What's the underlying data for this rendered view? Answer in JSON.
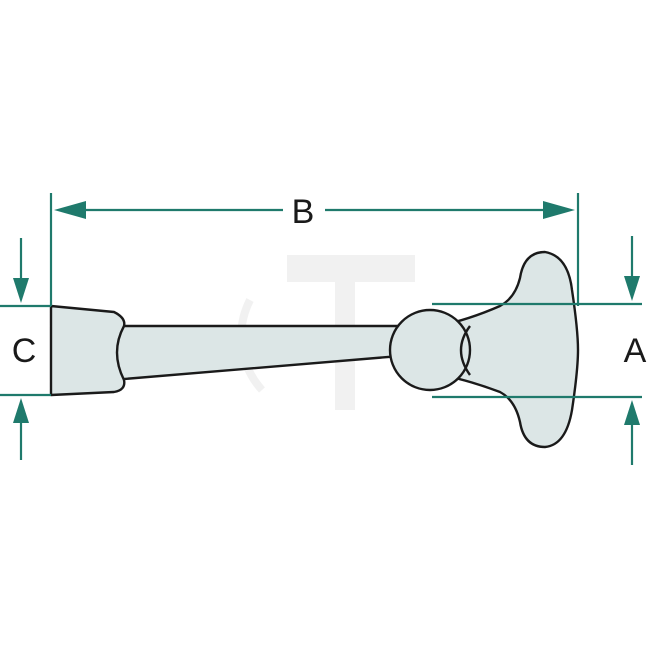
{
  "labels": {
    "A": "A",
    "B": "B",
    "C": "C"
  },
  "colors": {
    "dimension": "#1f7a6c",
    "part_fill": "#dce6e6",
    "outline": "#1a1a1a"
  }
}
